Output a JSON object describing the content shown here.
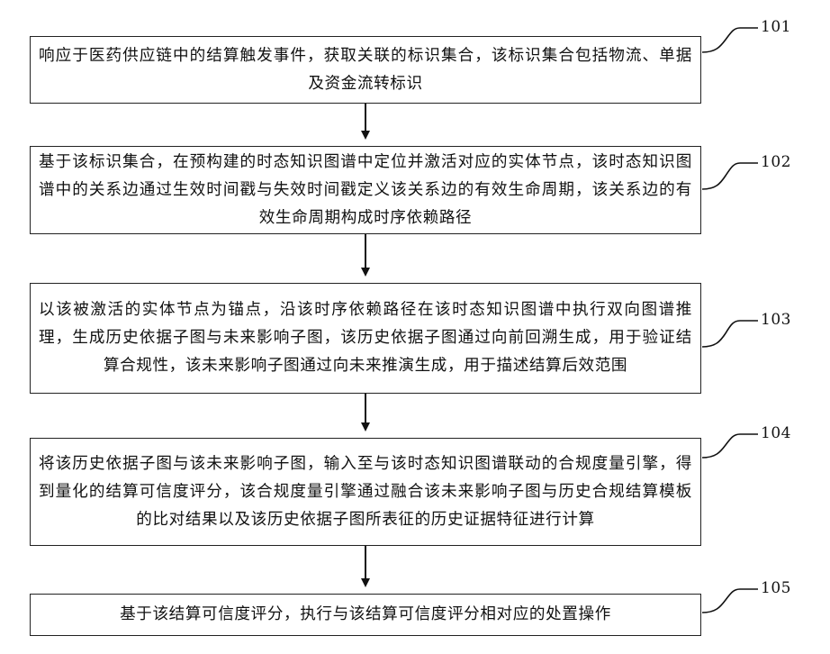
{
  "flowchart": {
    "steps": [
      {
        "id": "101",
        "text": "响应于医药供应链中的结算触发事件，获取关联的标识集合，该标识集合包括物流、单据及资金流转标识"
      },
      {
        "id": "102",
        "text": "基于该标识集合，在预构建的时态知识图谱中定位并激活对应的实体节点，该时态知识图谱中的关系边通过生效时间戳与失效时间戳定义该关系边的有效生命周期，该关系边的有效生命周期构成时序依赖路径"
      },
      {
        "id": "103",
        "text": "以该被激活的实体节点为锚点，沿该时序依赖路径在该时态知识图谱中执行双向图谱推理，生成历史依据子图与未来影响子图，该历史依据子图通过向前回溯生成，用于验证结算合规性，该未来影响子图通过向未来推演生成，用于描述结算后效范围"
      },
      {
        "id": "104",
        "text": "将该历史依据子图与该未来影响子图，输入至与该时态知识图谱联动的合规度量引擎，得到量化的结算可信度评分，该合规度量引擎通过融合该未来影响子图与历史合规结算模板的比对结果以及该历史依据子图所表征的历史证据特征进行计算"
      },
      {
        "id": "105",
        "text": "基于该结算可信度评分，执行与该结算可信度评分相对应的处置操作"
      }
    ]
  }
}
